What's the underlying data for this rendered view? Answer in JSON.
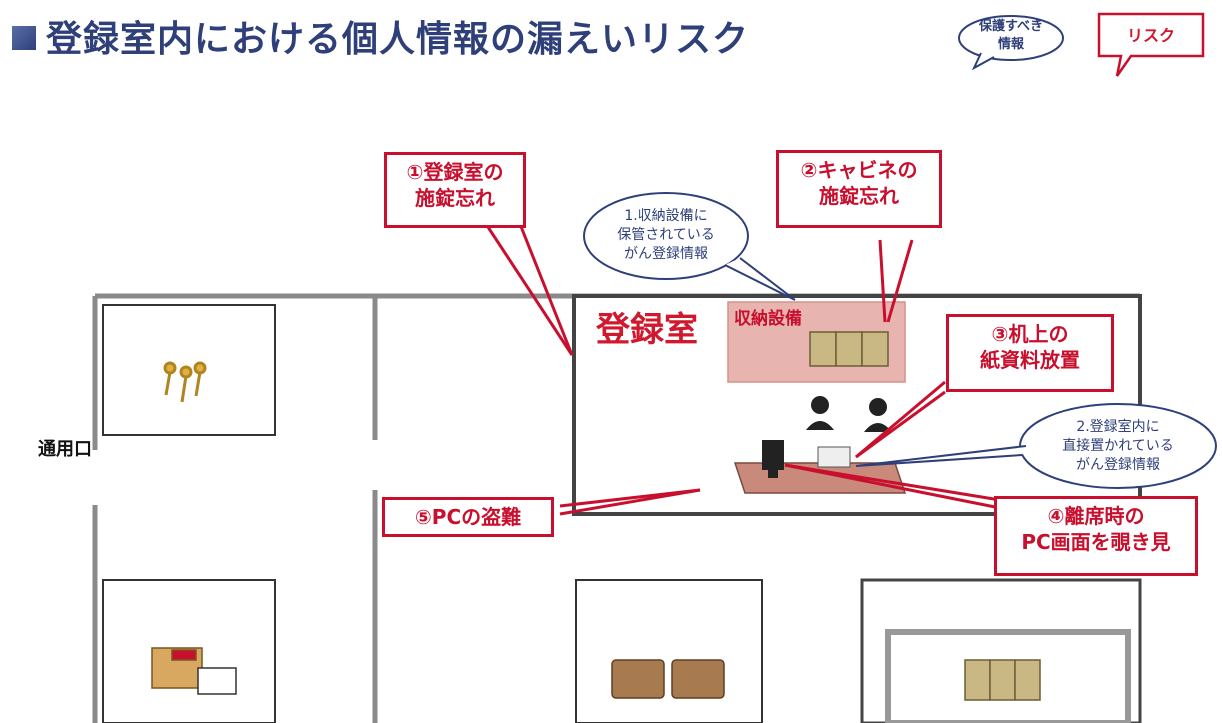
{
  "title": "登録室内における個人情報の漏えいリスク",
  "legend": {
    "info_bubble": "保護すべき\n情報",
    "risk_box": "リスク"
  },
  "rooms": {
    "registration_room": "登録室",
    "storage": "収納設備",
    "entrance": "通用口"
  },
  "risks": [
    {
      "id": "risk-1",
      "text": "①登録室の\n施錠忘れ"
    },
    {
      "id": "risk-2",
      "text": "②キャビネの\n施錠忘れ"
    },
    {
      "id": "risk-3",
      "text": "③机上の\n紙資料放置"
    },
    {
      "id": "risk-4",
      "text": "④離席時の\nPC画面を覗き見"
    },
    {
      "id": "risk-5",
      "text": "⑤PCの盗難"
    }
  ],
  "info_callouts": [
    {
      "id": "info-1",
      "text": "1.収納設備に\n保管されている\nがん登録情報"
    },
    {
      "id": "info-2",
      "text": "2.登録室内に\n直接置かれている\nがん登録情報"
    }
  ],
  "colors": {
    "title": "#2e3f7a",
    "risk": "#c8102e",
    "wall": "#7a7a7a",
    "storage_bg": "#e8a8a8",
    "cabinet": "#c9b884",
    "desk": "#c98a7c"
  }
}
